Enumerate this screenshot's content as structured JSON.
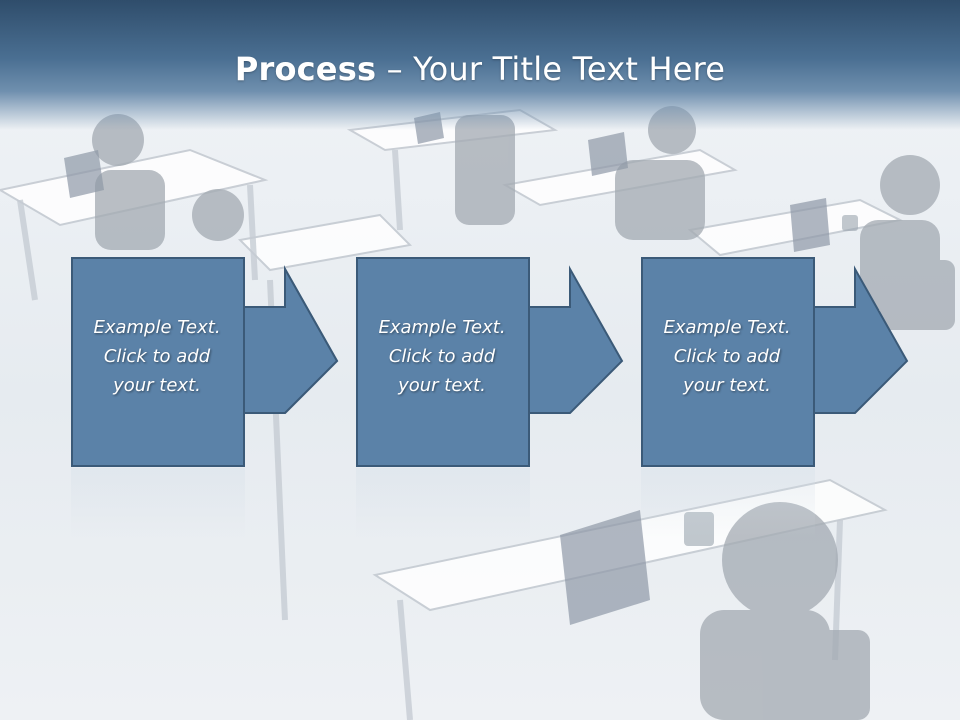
{
  "slide": {
    "title_bold": "Process",
    "title_rest": " – Your Title Text Here"
  },
  "steps": [
    {
      "line1": "Example Text.",
      "line2": "Click  to add",
      "line3": "your text."
    },
    {
      "line1": "Example Text.",
      "line2": "Click  to add",
      "line3": "your text."
    },
    {
      "line1": "Example Text.",
      "line2": "Click  to add",
      "line3": "your text."
    }
  ],
  "colors": {
    "header": "#3d5f81",
    "box_fill": "#5b82a8",
    "box_stroke": "#3b5a78",
    "background_figures": "#a3aab2"
  }
}
